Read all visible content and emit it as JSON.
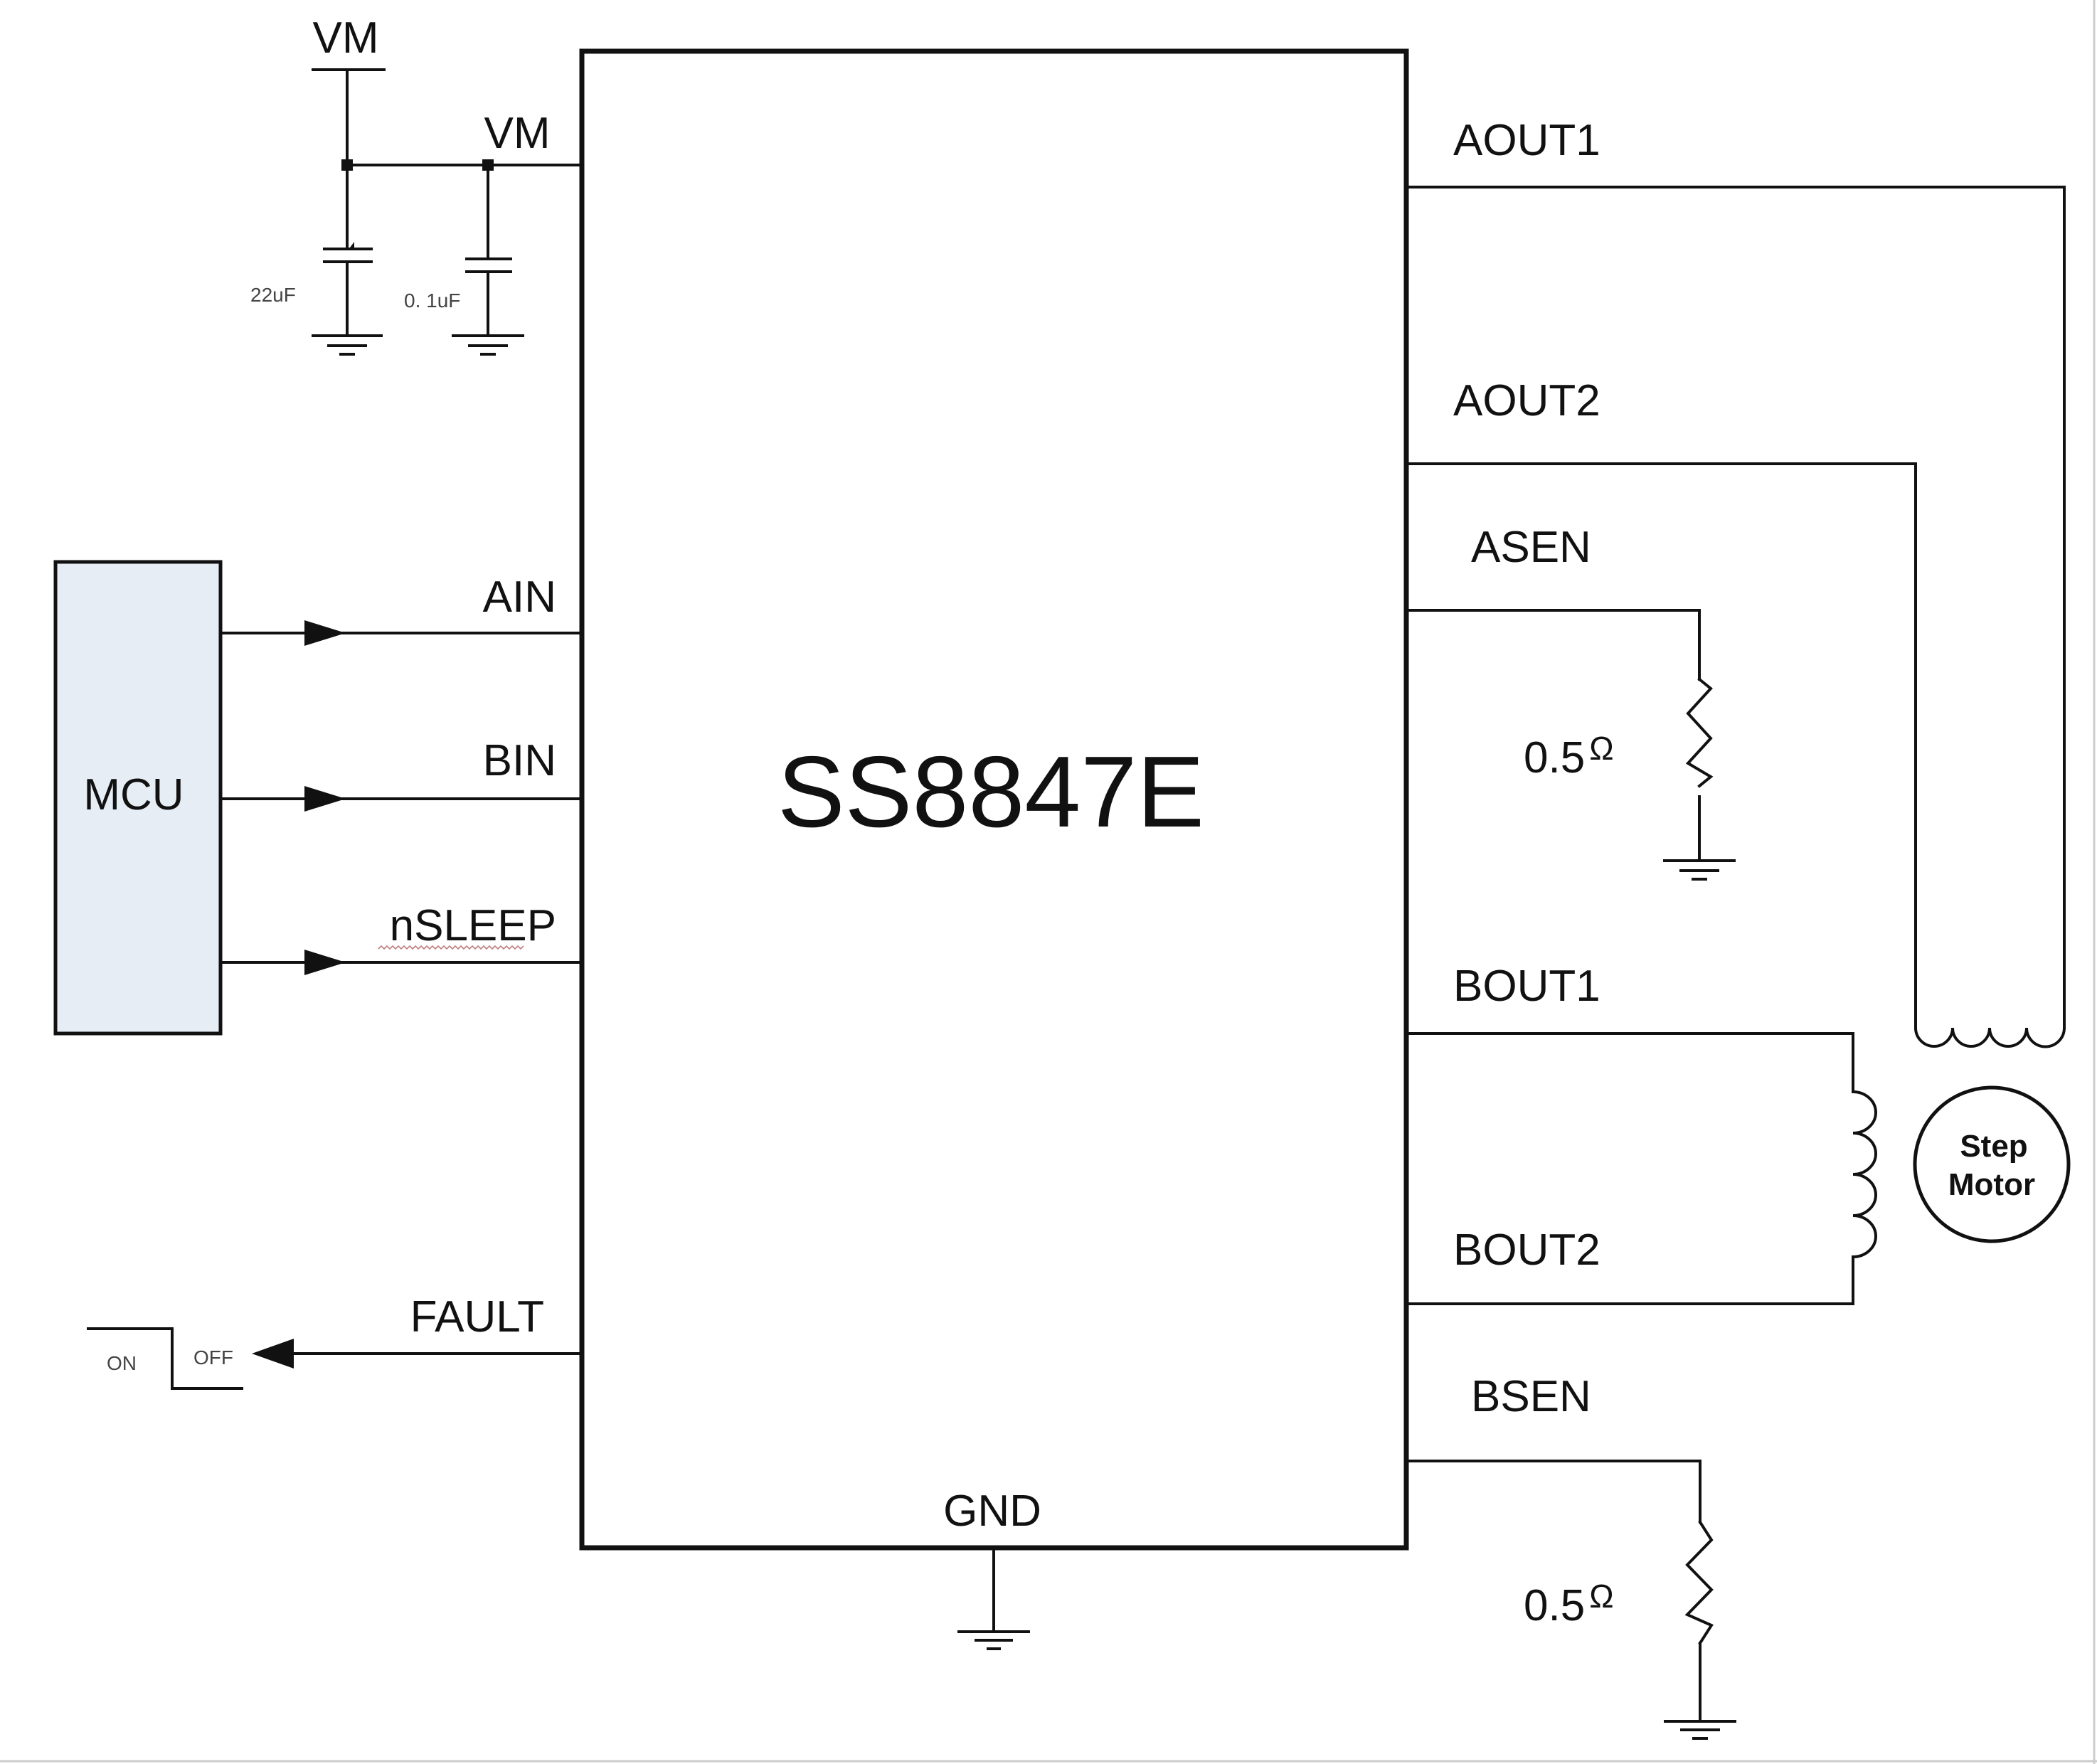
{
  "chip": {
    "part_number": "SS8847E"
  },
  "power": {
    "supply_label": "VM",
    "pin_label": "VM",
    "capacitors": [
      {
        "label": "22uF",
        "polarized": true
      },
      {
        "label": "0. 1uF",
        "polarized": false
      }
    ]
  },
  "mcu": {
    "label": "MCU",
    "fill_color": "#e6edf5"
  },
  "left_pins": [
    {
      "label": "AIN",
      "direction": "input"
    },
    {
      "label": "BIN",
      "direction": "input"
    },
    {
      "label": "nSLEEP",
      "direction": "input"
    },
    {
      "label": "FAULT",
      "direction": "output"
    }
  ],
  "fault_indicator": {
    "on_label": "ON",
    "off_label": "OFF"
  },
  "right_pins": [
    {
      "label": "AOUT1"
    },
    {
      "label": "AOUT2"
    },
    {
      "label": "ASEN"
    },
    {
      "label": "BOUT1"
    },
    {
      "label": "BOUT2"
    },
    {
      "label": "BSEN"
    }
  ],
  "sense_resistors": [
    {
      "label": "0.5",
      "unit": "Ω"
    },
    {
      "label": "0.5",
      "unit": "Ω"
    }
  ],
  "ground_pin": {
    "label": "GND"
  },
  "motor": {
    "line1": "Step",
    "line2": "Motor"
  }
}
